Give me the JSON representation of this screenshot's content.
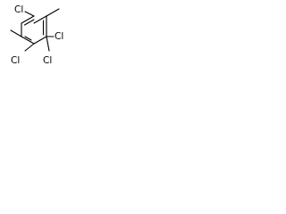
{
  "molecule": {
    "atom_labels": {
      "cl_top_left": "Cl",
      "cl_right": "Cl",
      "cl_bottom_right": "Cl",
      "cl_bottom_left": "Cl"
    },
    "colors": {
      "bond": "#000000",
      "label": "#000000",
      "background": "#ffffff"
    }
  }
}
